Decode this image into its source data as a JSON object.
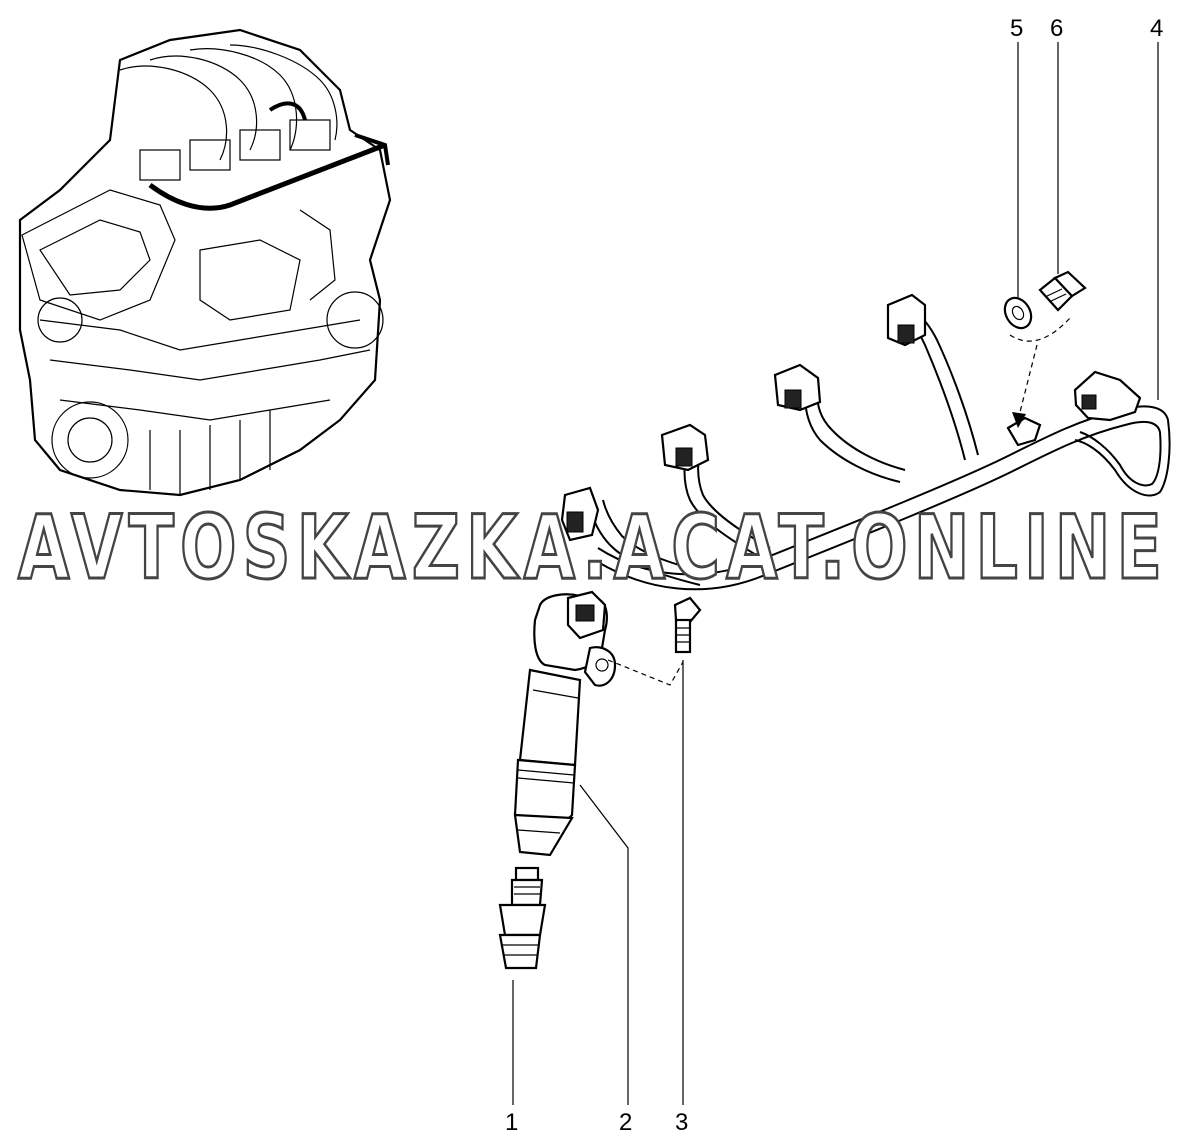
{
  "diagram": {
    "callouts": [
      "1",
      "2",
      "3",
      "4",
      "5",
      "6"
    ],
    "watermark": "AVTOSKAZKA.ACAT.ONLINE"
  }
}
